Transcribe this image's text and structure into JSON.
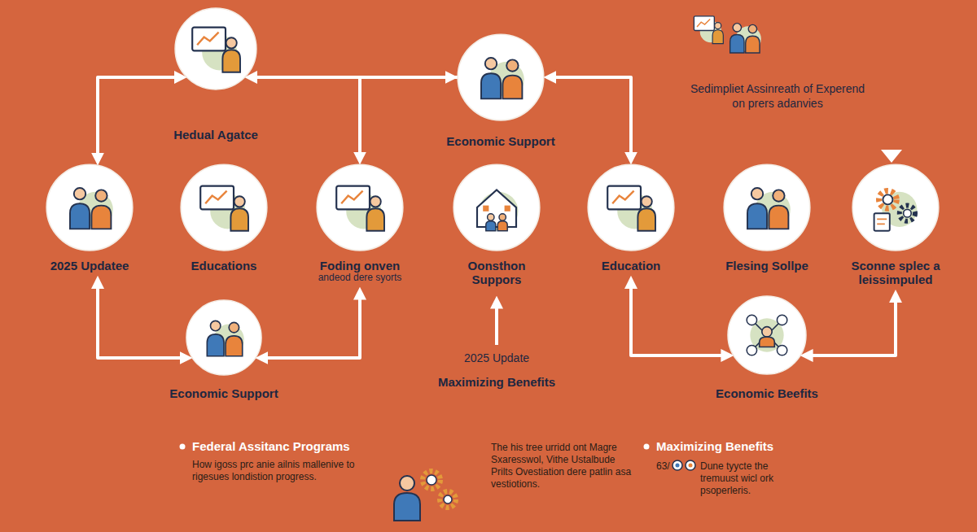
{
  "diagram": {
    "nodes": [
      {
        "text": [
          "Hedual Agatce"
        ]
      },
      {
        "text": [
          "Economic Support"
        ]
      },
      {
        "text": [
          "2025 Updatee"
        ]
      },
      {
        "text": [
          "Educations"
        ]
      },
      {
        "text": [
          "Foding onven",
          "andeod dere syorts"
        ]
      },
      {
        "text": [
          "Oonsthon Suppors"
        ]
      },
      {
        "text": [
          "Education"
        ]
      },
      {
        "text": [
          "Flesing Sollpe"
        ]
      },
      {
        "text": [
          "Sconne splec a leissimpuled"
        ]
      },
      {
        "text": [
          "Economic Support"
        ]
      },
      {
        "text": [
          "Economic Beefits"
        ]
      }
    ],
    "edges": [
      {
        "from": 2,
        "to": 0,
        "arrow": "both"
      },
      {
        "from": 0,
        "to": 1,
        "arrow": "both"
      },
      {
        "from": 1,
        "to": 4,
        "arrow": "to"
      },
      {
        "from": 1,
        "to": 6,
        "arrow": "both"
      },
      {
        "from": 2,
        "to": 9,
        "arrow": "both"
      },
      {
        "from": 9,
        "to": 4,
        "arrow": "both"
      },
      {
        "from": 6,
        "to": 10,
        "arrow": "both"
      },
      {
        "from": 10,
        "to": 8,
        "arrow": "both"
      }
    ],
    "labels": [
      "Sedimpliet Assinreath of Experend on prers adanvies",
      "2025 Update",
      "Maximizing Benefits",
      "Federal Assitanc Programs",
      "How igoss prc anie ailnis mallenive to rigesues londistion progress.",
      "The his tree urridd ont Magre Sxaresswol, Vithe Ustalbude Prilts Ovestiation dere patlin asa vestiotions.",
      "Maximizing Benefits",
      "63/",
      "Dune tyycte the tremuust wicl ork psoperleris."
    ]
  }
}
